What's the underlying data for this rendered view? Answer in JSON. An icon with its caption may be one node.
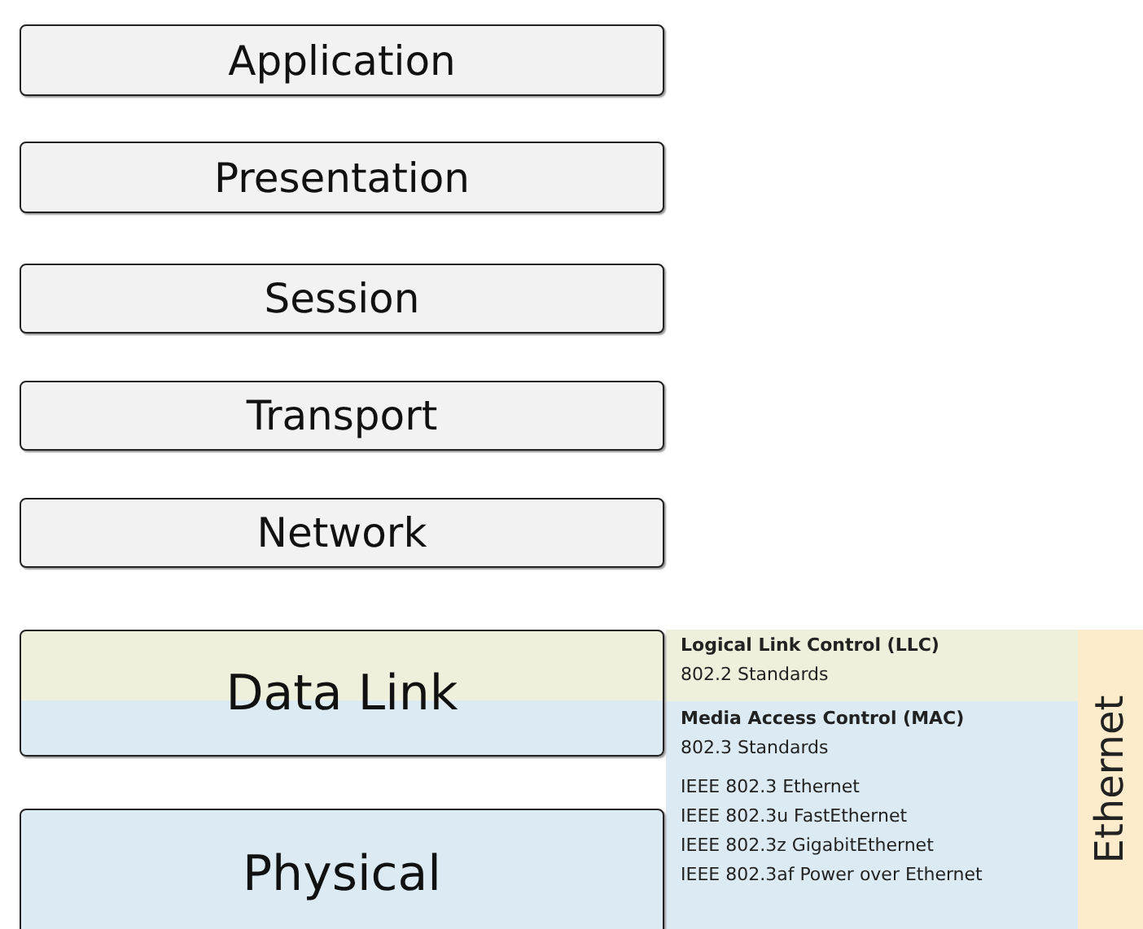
{
  "diagram": {
    "nodes": [
      {
        "text": [
          "Application"
        ]
      },
      {
        "text": [
          "Presentation"
        ]
      },
      {
        "text": [
          "Session"
        ]
      },
      {
        "text": [
          "Transport"
        ]
      },
      {
        "text": [
          "Network"
        ]
      },
      {
        "text": [
          "Data Link"
        ]
      },
      {
        "text": [
          "Physical"
        ]
      },
      {
        "text": [
          "Logical Link Control (LLC)",
          "802.2 Standards"
        ]
      },
      {
        "text": [
          "Media Access Control (MAC)",
          "802.3 Standards",
          "IEEE 802.3 Ethernet",
          "IEEE 802.3u FastEthernet",
          "IEEE 802.3z GigabitEthernet",
          "IEEE 802.3af Power over Ethernet"
        ]
      },
      {
        "text": [
          "Ethernet"
        ]
      }
    ],
    "edges": []
  }
}
